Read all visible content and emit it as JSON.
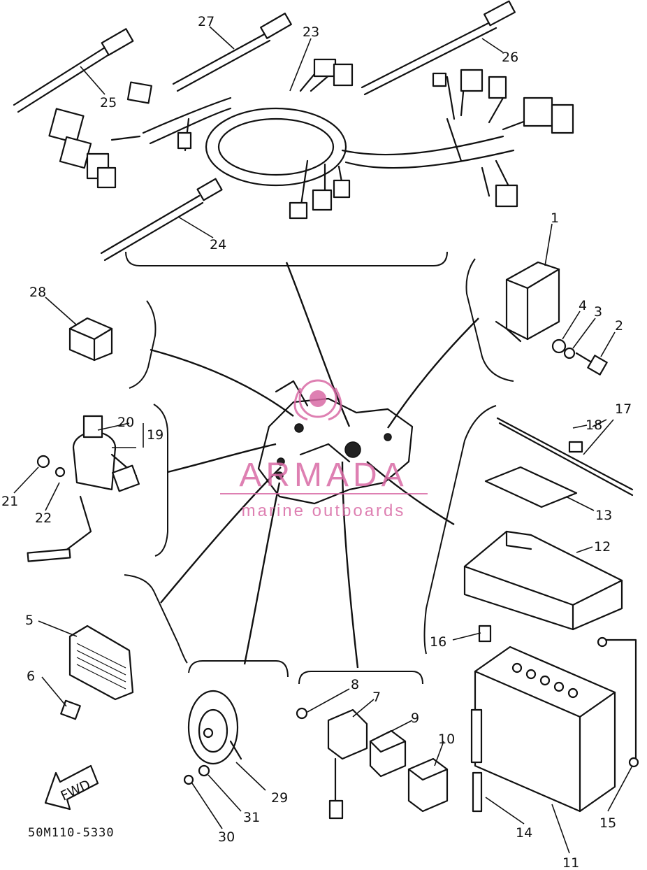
{
  "diagram": {
    "part_numbers": [
      "1",
      "2",
      "3",
      "4",
      "5",
      "6",
      "7",
      "8",
      "9",
      "10",
      "11",
      "12",
      "13",
      "14",
      "15",
      "16",
      "17",
      "18",
      "19",
      "20",
      "21",
      "22",
      "23",
      "24",
      "25",
      "26",
      "27",
      "28",
      "29",
      "30",
      "31"
    ],
    "fwd_label": "FWD",
    "drawing_code": "50M110-5330"
  },
  "watermark": {
    "brand": "ARMADA",
    "tagline": "marine outboards",
    "color": "#d96aa5"
  }
}
